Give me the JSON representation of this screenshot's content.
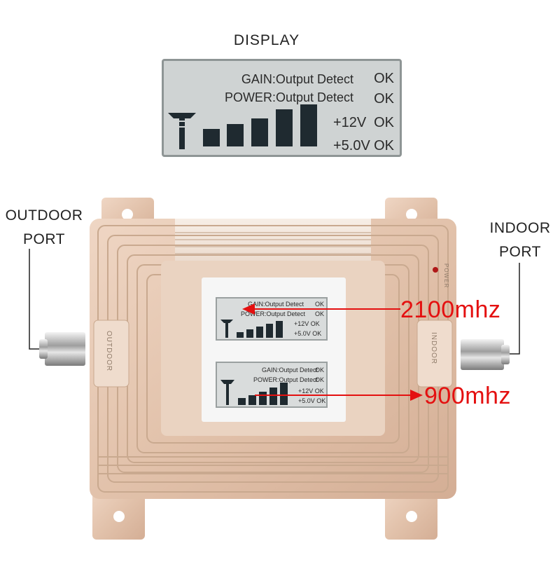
{
  "display_callout": {
    "title": "DISPLAY",
    "lines": [
      {
        "label": "GAIN:Output Detect",
        "status": "OK"
      },
      {
        "label": "POWER:Output Detect",
        "status": "OK"
      },
      {
        "label": "+12V",
        "status": "OK"
      },
      {
        "label": "+5.0V",
        "status": "OK"
      }
    ]
  },
  "labels": {
    "outdoor_line1": "OUTDOOR",
    "outdoor_line2": "PORT",
    "indoor_line1": "INDOOR",
    "indoor_line2": "PORT"
  },
  "device": {
    "left_tab": "OUTDOOR",
    "right_tab": "INDOOR",
    "power_tab": "POWER",
    "upper_screen": {
      "gain": "GAIN:Output Detect",
      "gain_ok": "OK",
      "power": "POWER:Output Detect",
      "power_ok": "OK",
      "v12": "+12V OK",
      "v5": "+5.0V OK"
    },
    "lower_screen": {
      "gain": "GAIN:Output Detect",
      "gain_ok": "OK",
      "power": "POWER:Output Detect",
      "power_ok": "OK",
      "v12": "+12V OK",
      "v5": "+5.0V OK"
    }
  },
  "annotations": {
    "band_upper": "2100mhz",
    "band_lower": "900mhz",
    "color": "#e41010"
  }
}
